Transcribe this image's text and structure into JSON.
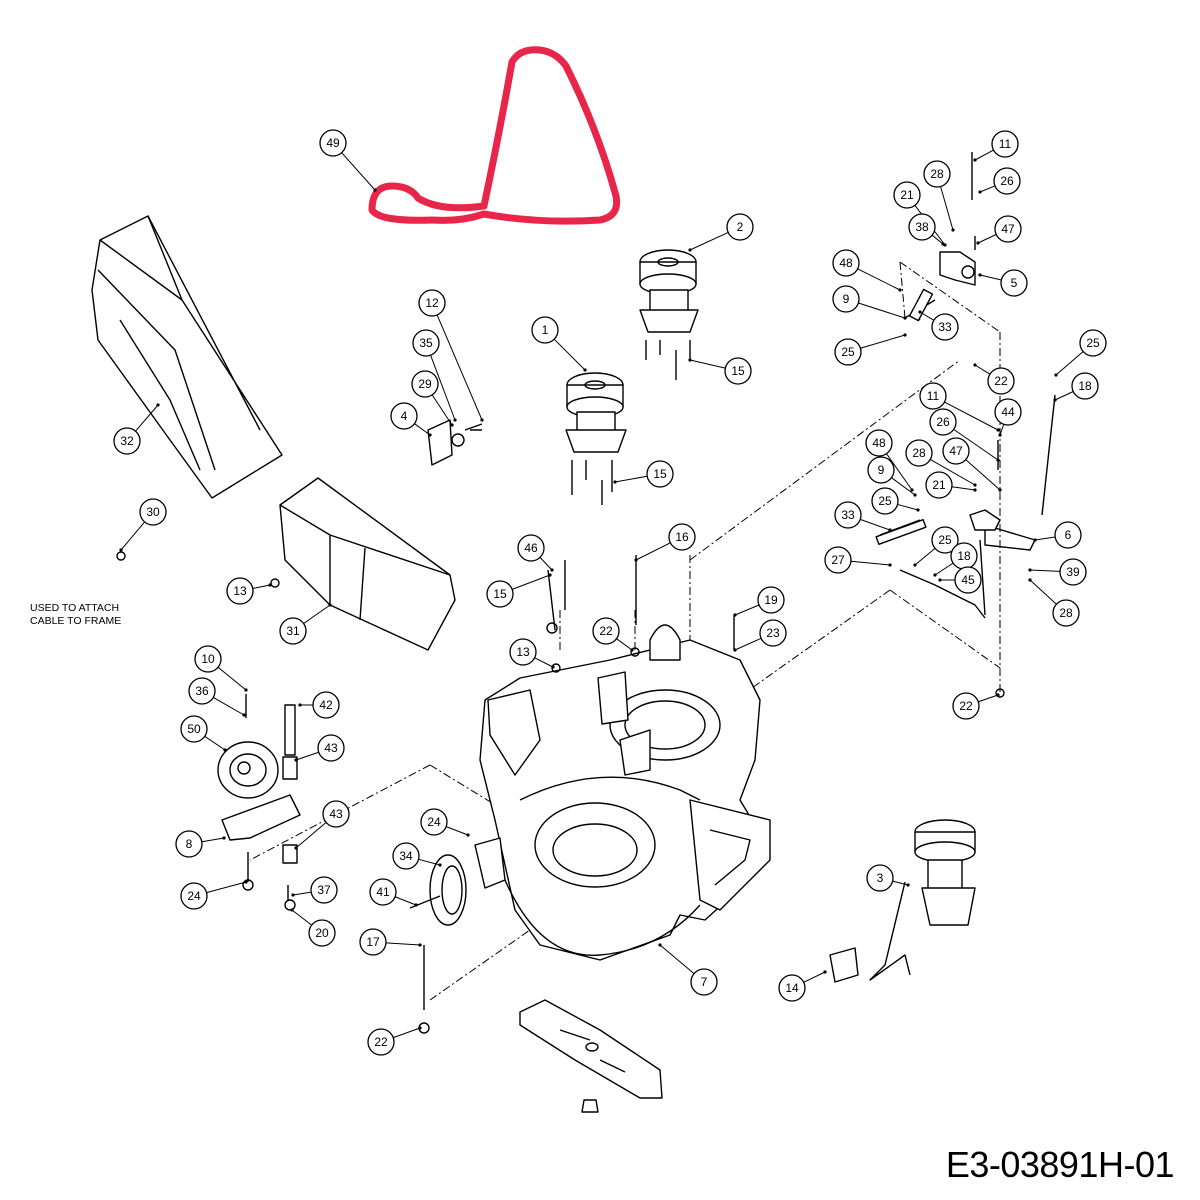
{
  "diagram": {
    "drawing_number": "E3-03891H-01",
    "note": "USED TO ATTACH CABLE TO FRAME",
    "highlight_color": "#e8264a",
    "callouts": [
      {
        "label": "49"
      },
      {
        "label": "2"
      },
      {
        "label": "1"
      },
      {
        "label": "15"
      },
      {
        "label": "15"
      },
      {
        "label": "12"
      },
      {
        "label": "35"
      },
      {
        "label": "29"
      },
      {
        "label": "4"
      },
      {
        "label": "32"
      },
      {
        "label": "30"
      },
      {
        "label": "13"
      },
      {
        "label": "31"
      },
      {
        "label": "11"
      },
      {
        "label": "28"
      },
      {
        "label": "26"
      },
      {
        "label": "21"
      },
      {
        "label": "38"
      },
      {
        "label": "47"
      },
      {
        "label": "5"
      },
      {
        "label": "48"
      },
      {
        "label": "9"
      },
      {
        "label": "33"
      },
      {
        "label": "25"
      },
      {
        "label": "22"
      },
      {
        "label": "25"
      },
      {
        "label": "18"
      },
      {
        "label": "44"
      },
      {
        "label": "11"
      },
      {
        "label": "26"
      },
      {
        "label": "47"
      },
      {
        "label": "48"
      },
      {
        "label": "28"
      },
      {
        "label": "9"
      },
      {
        "label": "21"
      },
      {
        "label": "25"
      },
      {
        "label": "33"
      },
      {
        "label": "6"
      },
      {
        "label": "25"
      },
      {
        "label": "27"
      },
      {
        "label": "18"
      },
      {
        "label": "45"
      },
      {
        "label": "39"
      },
      {
        "label": "28"
      },
      {
        "label": "46"
      },
      {
        "label": "16"
      },
      {
        "label": "15"
      },
      {
        "label": "22"
      },
      {
        "label": "19"
      },
      {
        "label": "23"
      },
      {
        "label": "13"
      },
      {
        "label": "22"
      },
      {
        "label": "10"
      },
      {
        "label": "36"
      },
      {
        "label": "42"
      },
      {
        "label": "50"
      },
      {
        "label": "43"
      },
      {
        "label": "43"
      },
      {
        "label": "8"
      },
      {
        "label": "24"
      },
      {
        "label": "37"
      },
      {
        "label": "20"
      },
      {
        "label": "24"
      },
      {
        "label": "34"
      },
      {
        "label": "41"
      },
      {
        "label": "17"
      },
      {
        "label": "22"
      },
      {
        "label": "7"
      },
      {
        "label": "3"
      },
      {
        "label": "14"
      }
    ]
  }
}
